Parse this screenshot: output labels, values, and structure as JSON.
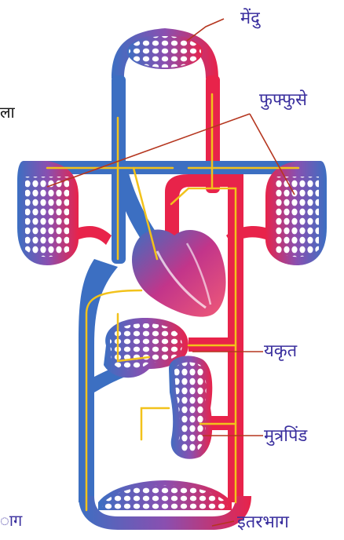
{
  "labels": {
    "brain": "मेंदु",
    "lungs": "फुफ्फुसे",
    "liver": "यकृत",
    "kidneys": "मुत्रपिंड",
    "other": "इतरभाग",
    "edge_left_top": "ला",
    "edge_left_bottom": "ाग"
  },
  "colors": {
    "oxygenated": "#e8234a",
    "deoxygenated": "#3c6fc2",
    "flow_arrow": "#f2c21b",
    "leader_line": "#b5361f",
    "label_text": "#3a2f9e",
    "edge_text": "#111111"
  }
}
